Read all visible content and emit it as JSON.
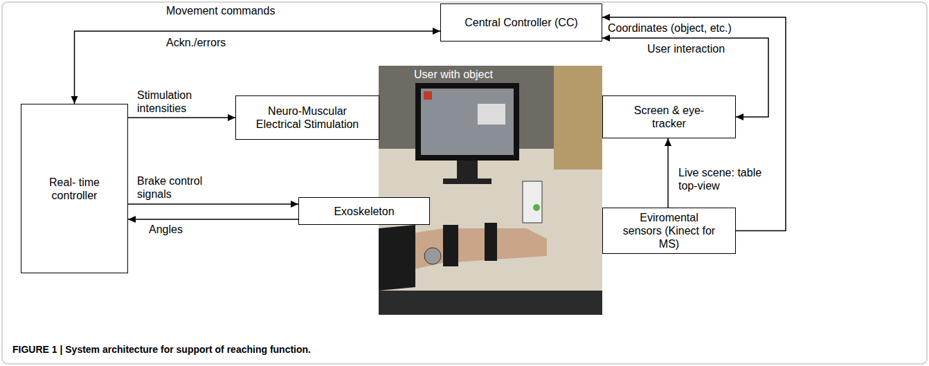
{
  "diagram": {
    "caption": "FIGURE 1 | System architecture for support of reaching function.",
    "nodes": [
      {
        "text": [
          "Central Controller (CC)"
        ]
      },
      {
        "text": [
          "Real- time controller"
        ]
      },
      {
        "text": [
          "Neuro-Muscular Electrical Stimulation"
        ]
      },
      {
        "text": [
          "Screen & eye-tracker"
        ]
      },
      {
        "text": [
          "Exoskeleton"
        ]
      },
      {
        "text": [
          "Eviromental sensors (Kinect for MS)"
        ]
      }
    ],
    "edges": [
      {
        "from": 1,
        "to": 0,
        "arrow": "both",
        "label": "Movement commands"
      },
      {
        "from": 1,
        "to": 2,
        "arrow": "to",
        "label": "Stimulation intensities"
      },
      {
        "from": 1,
        "to": 4,
        "arrow": "to",
        "label": "Brake control signals"
      },
      {
        "from": 4,
        "to": 1,
        "arrow": "to",
        "label": "Angles"
      },
      {
        "from": 5,
        "to": 0,
        "arrow": "to",
        "label": "Coordinates (object, etc.)"
      },
      {
        "from": 0,
        "to": 3,
        "arrow": "both",
        "label": "User interaction"
      },
      {
        "from": 5,
        "to": 3,
        "arrow": "to",
        "label": "Live scene: table top-view"
      }
    ],
    "labels": [
      "Ackn./errors",
      "User with object"
    ]
  }
}
